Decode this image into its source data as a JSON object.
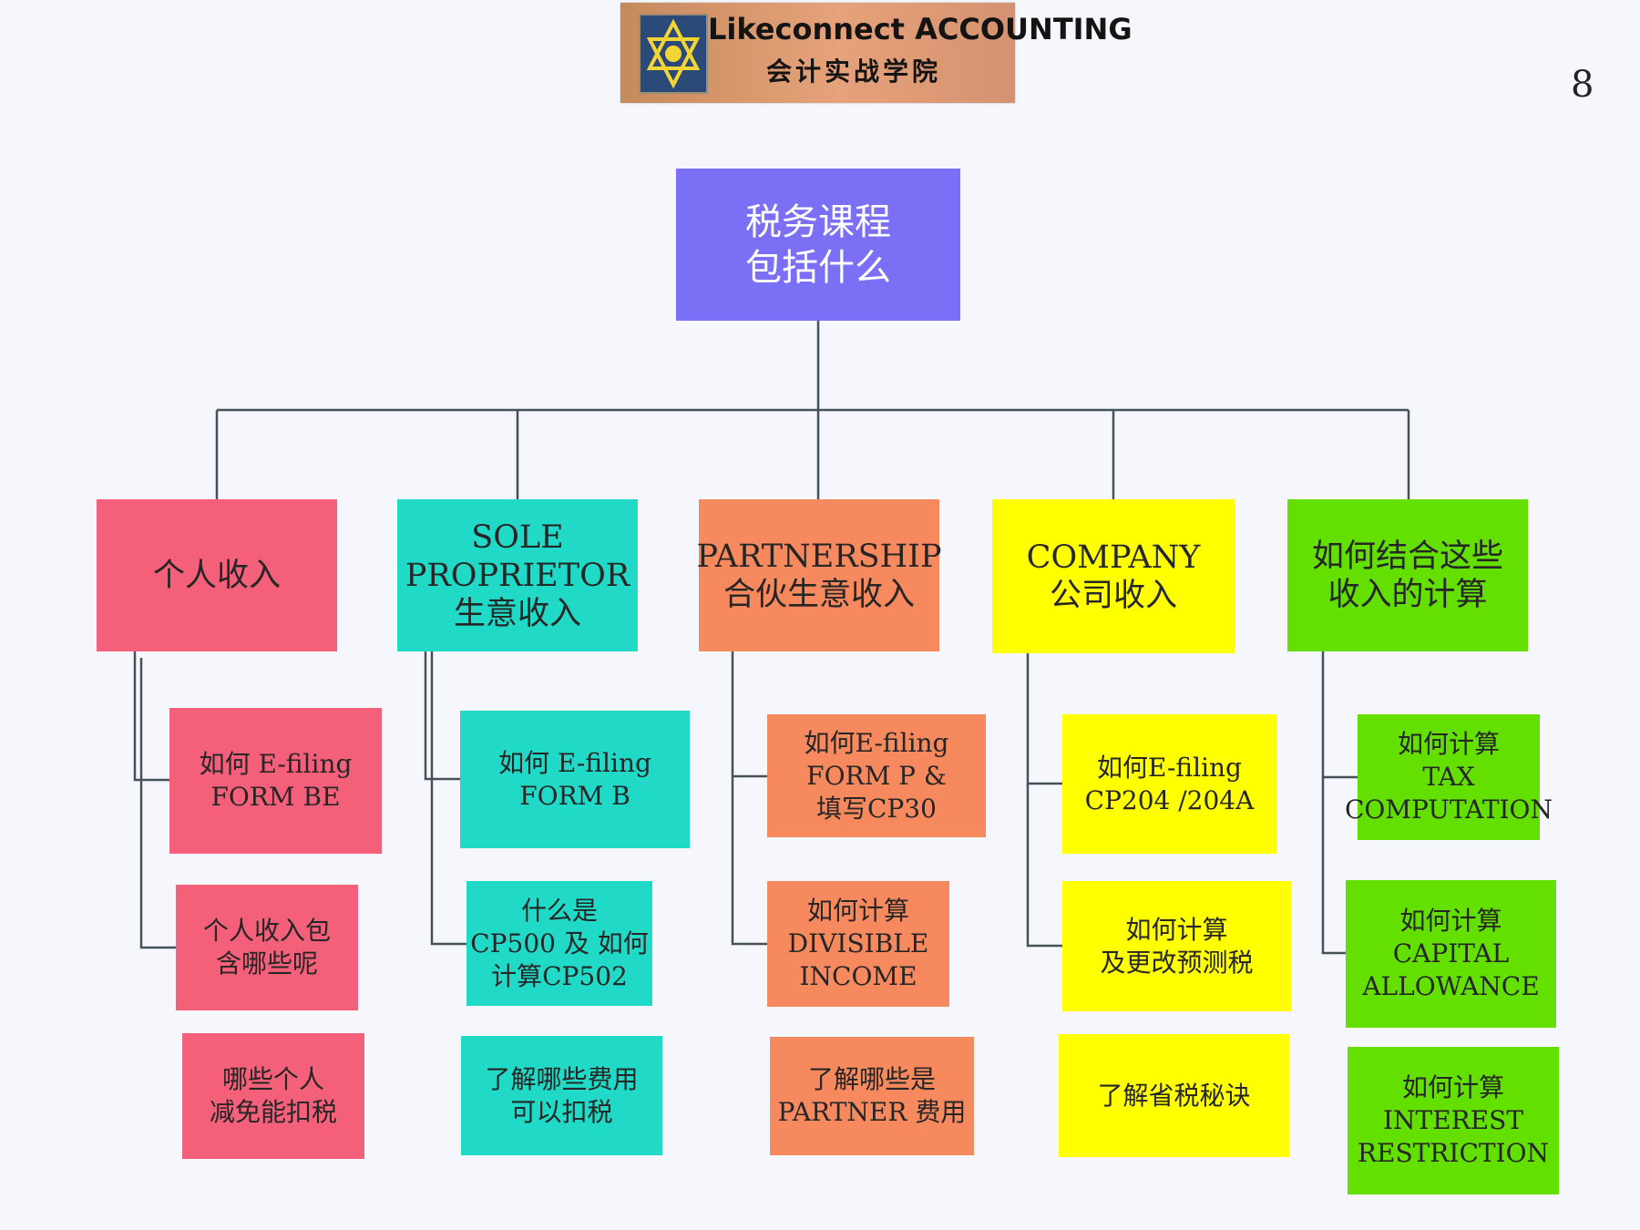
{
  "header": {
    "logo_line1": "Likeconnect ACCOUNTING",
    "logo_line2": "会计实战学院",
    "page_number": "8"
  },
  "colors": {
    "root": "#7b6ff5",
    "personal": "#f4607a",
    "sole": "#20d9c6",
    "partnership": "#f7895f",
    "company": "#ffff00",
    "combine": "#63df00",
    "connector": "#46525a"
  },
  "diagram": {
    "root": {
      "label": "税务课程\n包括什么"
    },
    "branches": [
      {
        "label": "个人收入",
        "items": [
          {
            "label": "如何 E-filing\nFORM BE"
          },
          {
            "label": "个人收入包\n含哪些呢"
          },
          {
            "label": "哪些个人\n减免能扣税"
          }
        ]
      },
      {
        "label": "SOLE\nPROPRIETOR\n生意收入",
        "items": [
          {
            "label": "如何 E-filing\nFORM B"
          },
          {
            "label": "什么是\nCP500 及 如何\n计算CP502"
          },
          {
            "label": "了解哪些费用\n可以扣税"
          }
        ]
      },
      {
        "label": "PARTNERSHIP\n合伙生意收入",
        "items": [
          {
            "label": "如何E-filing\nFORM P &\n填写CP30"
          },
          {
            "label": "如何计算\nDIVISIBLE\nINCOME"
          },
          {
            "label": "了解哪些是\nPARTNER 费用"
          }
        ]
      },
      {
        "label": "COMPANY\n公司收入",
        "items": [
          {
            "label": "如何E-filing\nCP204 /204A"
          },
          {
            "label": "如何计算\n及更改预测税"
          },
          {
            "label": "了解省税秘诀"
          }
        ]
      },
      {
        "label": "如何结合这些\n收入的计算",
        "items": [
          {
            "label": "如何计算\nTAX\nCOMPUTATION"
          },
          {
            "label": "如何计算\nCAPITAL\nALLOWANCE"
          },
          {
            "label": "如何计算\nINTEREST\nRESTRICTION"
          }
        ]
      }
    ]
  }
}
